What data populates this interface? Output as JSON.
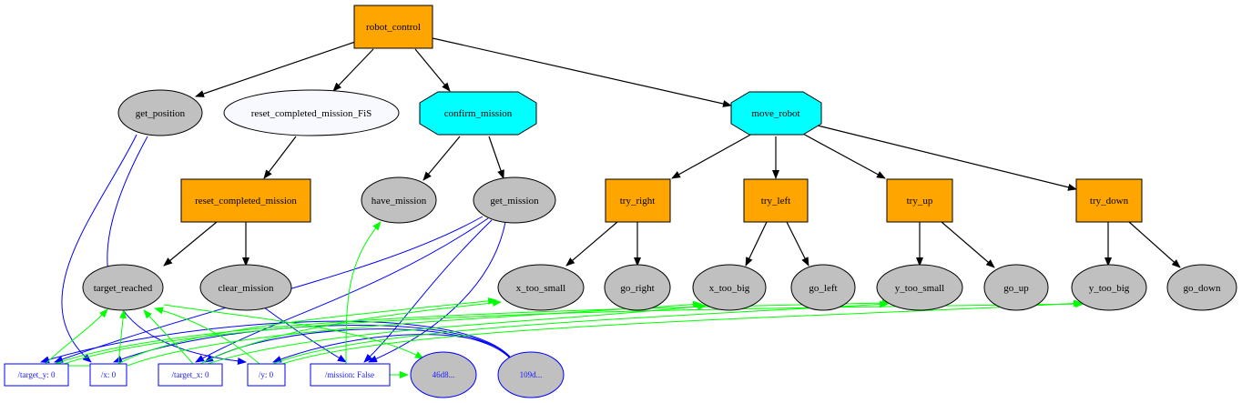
{
  "nodes": {
    "robot_control": {
      "label": "robot_control",
      "shape": "box",
      "fill": "#ffa500"
    },
    "get_position": {
      "label": "get_position",
      "shape": "ellipse",
      "fill": "#c0c0c0"
    },
    "reset_fis": {
      "label": "reset_completed_mission_FiS",
      "shape": "ellipse",
      "fill": "#f8f8ff"
    },
    "confirm_mission": {
      "label": "confirm_mission",
      "shape": "octagon",
      "fill": "#00ffff"
    },
    "move_robot": {
      "label": "move_robot",
      "shape": "octagon",
      "fill": "#00ffff"
    },
    "reset_completed_mission": {
      "label": "reset_completed_mission",
      "shape": "box",
      "fill": "#ffa500"
    },
    "have_mission": {
      "label": "have_mission",
      "shape": "ellipse",
      "fill": "#c0c0c0"
    },
    "get_mission": {
      "label": "get_mission",
      "shape": "ellipse",
      "fill": "#c0c0c0"
    },
    "try_right": {
      "label": "try_right",
      "shape": "box",
      "fill": "#ffa500"
    },
    "try_left": {
      "label": "try_left",
      "shape": "box",
      "fill": "#ffa500"
    },
    "try_up": {
      "label": "try_up",
      "shape": "box",
      "fill": "#ffa500"
    },
    "try_down": {
      "label": "try_down",
      "shape": "box",
      "fill": "#ffa500"
    },
    "target_reached": {
      "label": "target_reached",
      "shape": "ellipse",
      "fill": "#c0c0c0"
    },
    "clear_mission": {
      "label": "clear_mission",
      "shape": "ellipse",
      "fill": "#c0c0c0"
    },
    "x_too_small": {
      "label": "x_too_small",
      "shape": "ellipse",
      "fill": "#c0c0c0"
    },
    "go_right": {
      "label": "go_right",
      "shape": "ellipse",
      "fill": "#c0c0c0"
    },
    "x_too_big": {
      "label": "x_too_big",
      "shape": "ellipse",
      "fill": "#c0c0c0"
    },
    "go_left": {
      "label": "go_left",
      "shape": "ellipse",
      "fill": "#c0c0c0"
    },
    "y_too_small": {
      "label": "y_too_small",
      "shape": "ellipse",
      "fill": "#c0c0c0"
    },
    "go_up": {
      "label": "go_up",
      "shape": "ellipse",
      "fill": "#c0c0c0"
    },
    "y_too_big": {
      "label": "y_too_big",
      "shape": "ellipse",
      "fill": "#c0c0c0"
    },
    "go_down": {
      "label": "go_down",
      "shape": "ellipse",
      "fill": "#c0c0c0"
    },
    "bb_target_y": {
      "label": "/target_y: 0",
      "shape": "bbkey"
    },
    "bb_x": {
      "label": "/x: 0",
      "shape": "bbkey"
    },
    "bb_target_x": {
      "label": "/target_x: 0",
      "shape": "bbkey"
    },
    "bb_y": {
      "label": "/y: 0",
      "shape": "bbkey"
    },
    "bb_mission": {
      "label": "/mission: False",
      "shape": "bbkey"
    },
    "client_46d8": {
      "label": "46d8...",
      "shape": "client"
    },
    "client_109d": {
      "label": "109d...",
      "shape": "client"
    }
  },
  "colors": {
    "tree_edge": "#000000",
    "write_edge": "#0000ff",
    "read_edge": "#00ff00",
    "blackboard_border": "#0000ff",
    "client_fill": "#c0c0c0"
  }
}
